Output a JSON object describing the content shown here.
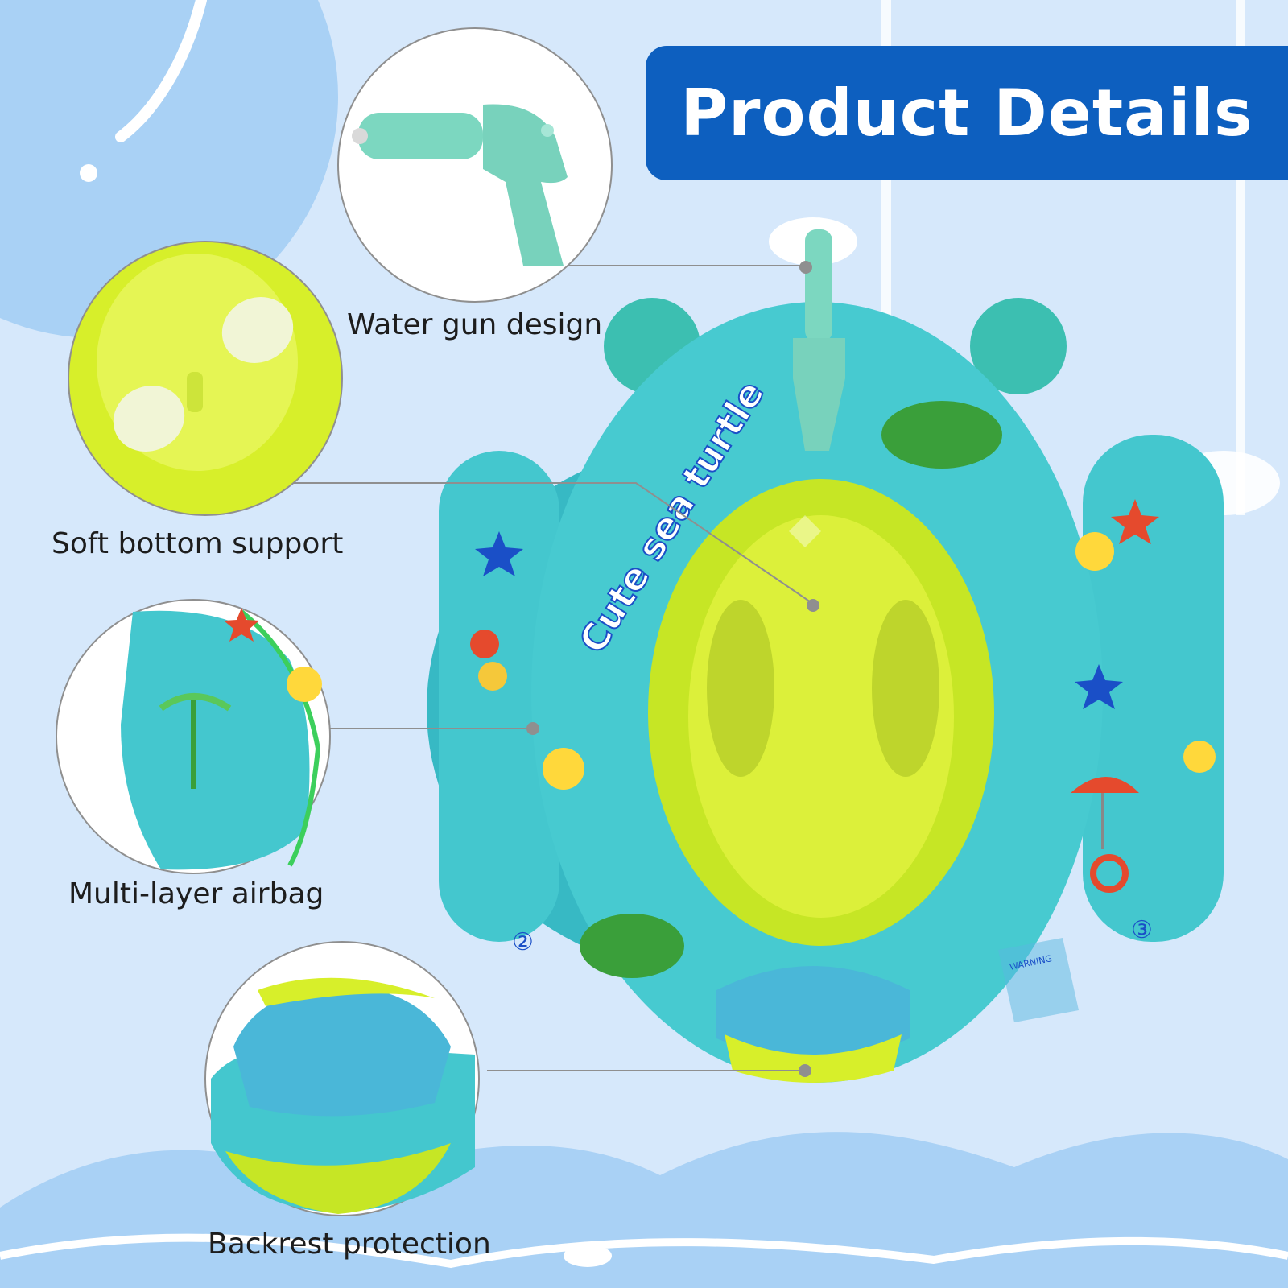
{
  "banner": {
    "title": "Product Details"
  },
  "features": [
    {
      "label": "Water gun design"
    },
    {
      "label": "Soft bottom support"
    },
    {
      "label": "Multi-layer airbag"
    },
    {
      "label": "Backrest protection"
    }
  ],
  "product": {
    "brand_text": "Cute sea turtle",
    "chamber_left": "②",
    "chamber_right": "③",
    "warning_text": "WARNING"
  },
  "colors": {
    "banner": "#0d5fbf",
    "float_teal": "#3cc6c9",
    "seat_yellow": "#d7ef2a",
    "background": "#d6e8fb"
  }
}
